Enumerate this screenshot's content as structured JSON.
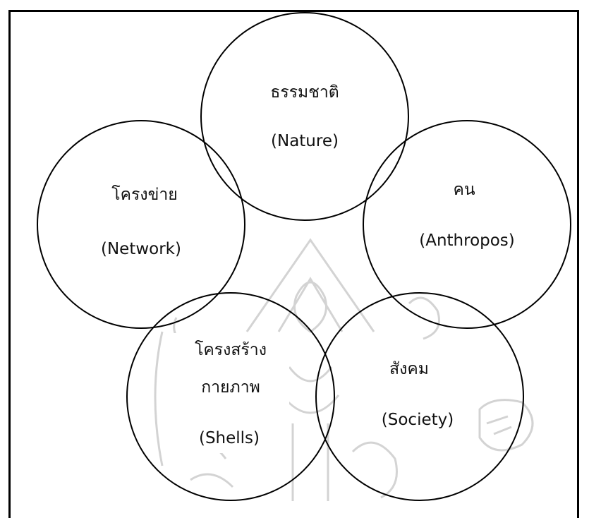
{
  "diagram": {
    "nodes": [
      {
        "id": "nature",
        "label_th": "ธรรมชาติ",
        "label_en": "(Nature)"
      },
      {
        "id": "anthropos",
        "label_th": "คน",
        "label_en": "(Anthropos)"
      },
      {
        "id": "network",
        "label_th": "โครงข่าย",
        "label_en": "(Network)"
      },
      {
        "id": "shells",
        "label_th": "โครงสร้าง",
        "label_th_2": "กายภาพ",
        "label_en": "(Shells)"
      },
      {
        "id": "society",
        "label_th": "สังคม",
        "label_en": "(Society)"
      }
    ]
  }
}
